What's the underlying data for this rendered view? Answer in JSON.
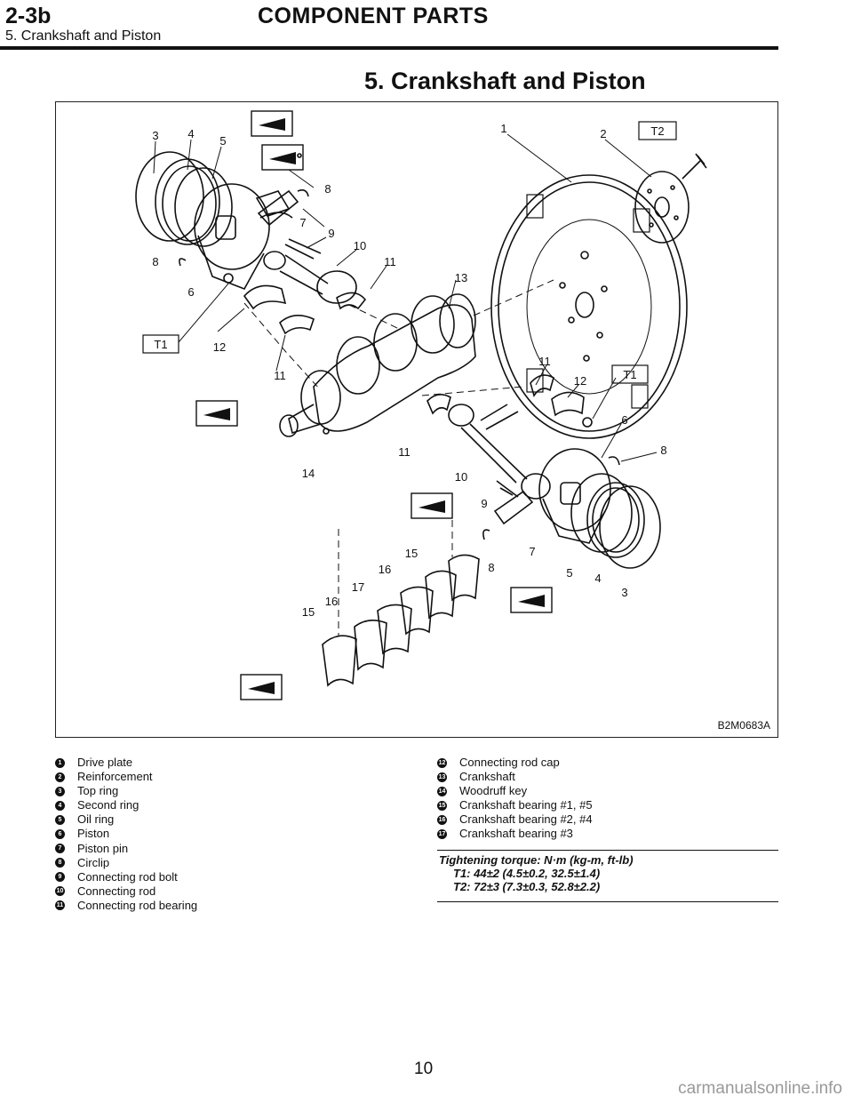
{
  "header": {
    "section": "2-3b",
    "title": "COMPONENT PARTS",
    "subtitle": "5. Crankshaft and Piston"
  },
  "page_title": "5. Crankshaft and Piston",
  "figure": {
    "code": "B2M0683A",
    "callouts": [
      "1",
      "2",
      "3",
      "4",
      "5",
      "6",
      "7",
      "8",
      "9",
      "10",
      "11",
      "12",
      "13",
      "14",
      "15",
      "16",
      "17"
    ],
    "torque_tags": [
      "T1",
      "T2"
    ]
  },
  "legend": {
    "left": [
      {
        "n": "1",
        "text": "Drive plate"
      },
      {
        "n": "2",
        "text": "Reinforcement"
      },
      {
        "n": "3",
        "text": "Top ring"
      },
      {
        "n": "4",
        "text": "Second ring"
      },
      {
        "n": "5",
        "text": "Oil ring"
      },
      {
        "n": "6",
        "text": "Piston"
      },
      {
        "n": "7",
        "text": "Piston pin"
      },
      {
        "n": "8",
        "text": "Circlip"
      },
      {
        "n": "9",
        "text": "Connecting rod bolt"
      },
      {
        "n": "10",
        "text": "Connecting rod"
      },
      {
        "n": "11",
        "text": "Connecting rod bearing"
      }
    ],
    "right": [
      {
        "n": "12",
        "text": "Connecting rod cap"
      },
      {
        "n": "13",
        "text": "Crankshaft"
      },
      {
        "n": "14",
        "text": "Woodruff key"
      },
      {
        "n": "15",
        "text": "Crankshaft bearing #1, #5"
      },
      {
        "n": "16",
        "text": "Crankshaft bearing #2, #4"
      },
      {
        "n": "17",
        "text": "Crankshaft bearing #3"
      }
    ]
  },
  "torque": {
    "heading": "Tightening torque: N·m (kg-m, ft-lb)",
    "t1": "T1: 44±2 (4.5±0.2, 32.5±1.4)",
    "t2": "T2: 72±3 (7.3±0.3, 52.8±2.2)"
  },
  "page_number": "10",
  "watermark": "carmanualsonline.info"
}
